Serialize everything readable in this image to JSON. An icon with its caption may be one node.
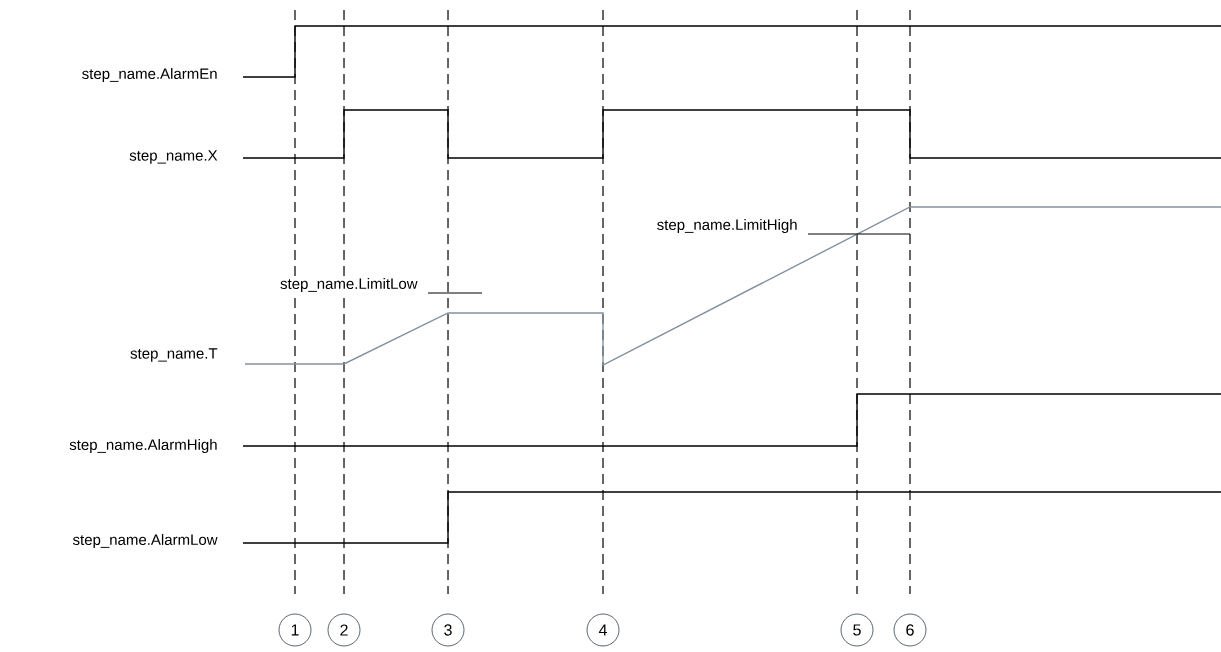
{
  "diagram": {
    "nodes": [
      {
        "text": [
          "1"
        ]
      },
      {
        "text": [
          "2"
        ]
      },
      {
        "text": [
          "3"
        ]
      },
      {
        "text": [
          "4"
        ]
      },
      {
        "text": [
          "5"
        ]
      },
      {
        "text": [
          "6"
        ]
      }
    ],
    "edges": [],
    "labels": [
      "step_name.AlarmEn",
      "step_name.X",
      "step_name.LimitHigh",
      "step_name.LimitLow",
      "step_name.T",
      "step_name.AlarmHigh",
      "step_name.AlarmLow"
    ]
  }
}
